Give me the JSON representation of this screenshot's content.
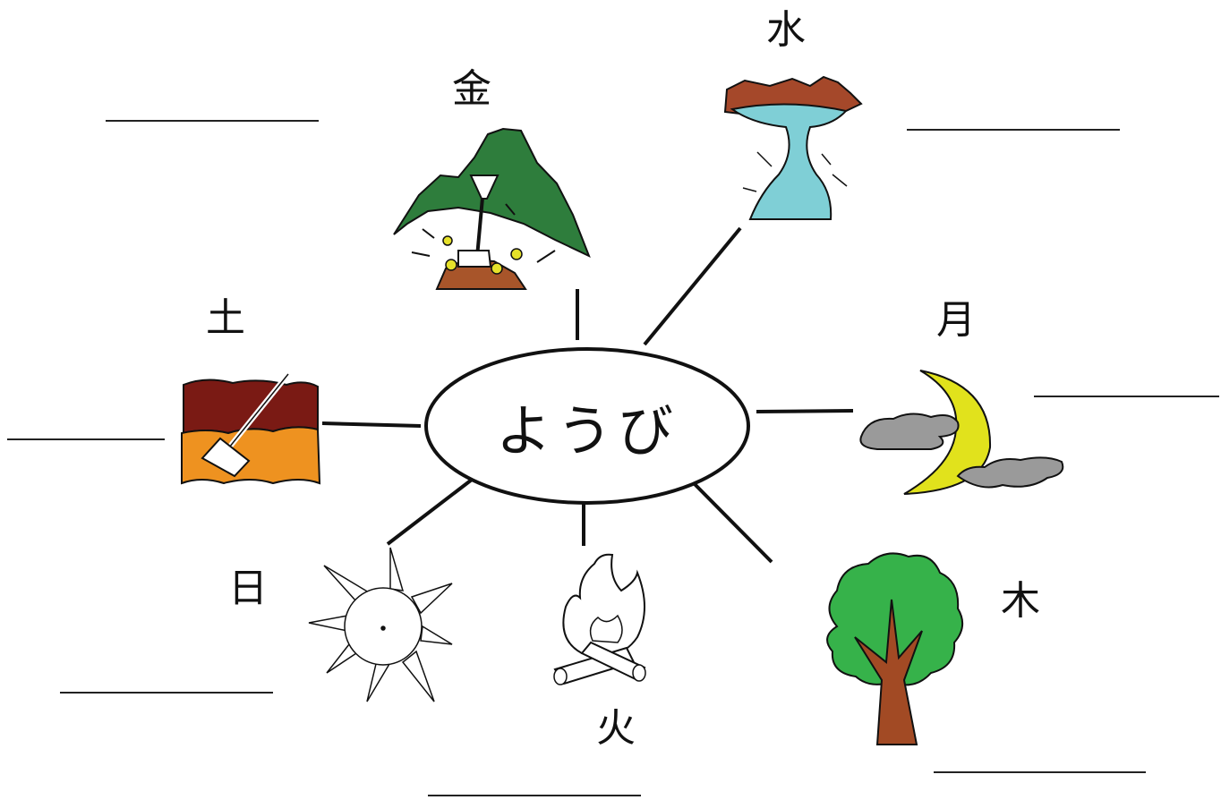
{
  "center": {
    "label": "ようび"
  },
  "nodes": {
    "moon": {
      "kanji": "月"
    },
    "fire": {
      "kanji": "火"
    },
    "water": {
      "kanji": "水"
    },
    "tree": {
      "kanji": "木"
    },
    "gold": {
      "kanji": "金"
    },
    "earth": {
      "kanji": "土"
    },
    "sun": {
      "kanji": "日"
    }
  },
  "colors": {
    "mountain_green": "#2e7d3c",
    "dirt_brown": "#a8552a",
    "gold_yellow": "#e6e12a",
    "water_cyan": "#7fcfd6",
    "rock_brown": "#a5482a",
    "moon_yellow": "#e1e21c",
    "cloud_gray": "#9a9a9a",
    "tree_green": "#36b24a",
    "trunk_brown": "#a24a24",
    "soil_dark": "#7a1a14",
    "soil_orange": "#ee9220"
  },
  "icons": [
    "mountain-gold-icon",
    "waterfall-icon",
    "moon-icon",
    "tree-icon",
    "campfire-icon",
    "sun-icon",
    "soil-shovel-icon"
  ]
}
